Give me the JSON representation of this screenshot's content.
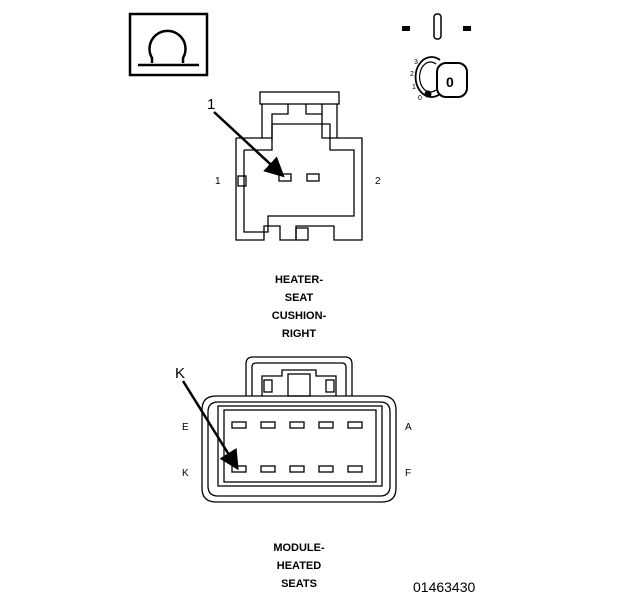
{
  "symbols": {
    "ohm_icon": "ohm-icon",
    "ignition_icon": "ignition-key-off-icon",
    "ignition_positions": [
      "3",
      "2",
      "1",
      "0"
    ],
    "ignition_key_text": "0"
  },
  "connector1": {
    "callout": "1",
    "pin_left": "1",
    "pin_right": "2",
    "caption": [
      "HEATER-",
      "SEAT",
      "CUSHION-",
      "RIGHT"
    ]
  },
  "connector2": {
    "callout": "K",
    "pin_top_left": "E",
    "pin_top_right": "A",
    "pin_bottom_left": "K",
    "pin_bottom_right": "F",
    "caption": [
      "MODULE-",
      "HEATED",
      "SEATS"
    ]
  },
  "reference_number": "01463430"
}
